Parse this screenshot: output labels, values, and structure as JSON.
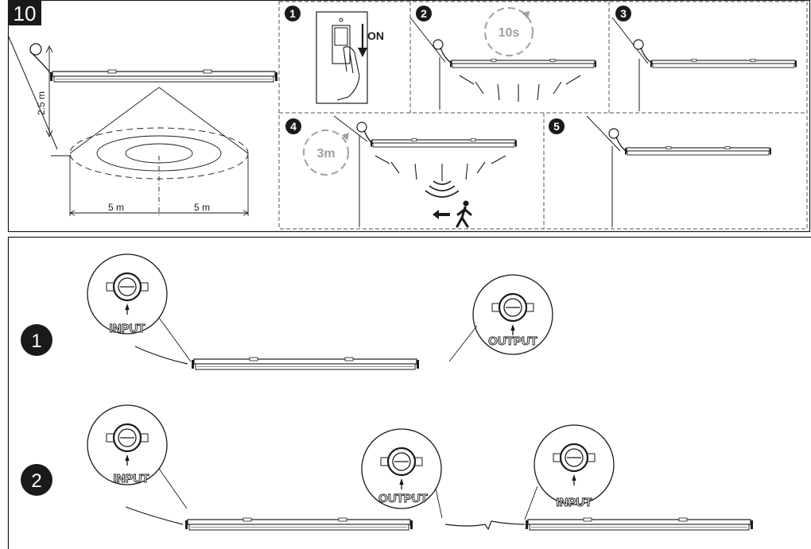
{
  "step_number": "10",
  "sensor": {
    "height_label": "2.5 m",
    "radius_left_label": "5 m",
    "radius_right_label": "5 m"
  },
  "sequence": {
    "steps": [
      {
        "number": "1",
        "label": "ON"
      },
      {
        "number": "2",
        "timer": "10s"
      },
      {
        "number": "3"
      },
      {
        "number": "4",
        "timer": "3m"
      },
      {
        "number": "5"
      }
    ]
  },
  "wiring": {
    "option_1": {
      "number": "1",
      "input_label": "INPUT",
      "output_label": "OUTPUT"
    },
    "option_2": {
      "number": "2",
      "input_label": "INPUT",
      "output_label": "OUTPUT",
      "input2_label": "INPUT"
    }
  },
  "colors": {
    "ink": "#1a1a1a",
    "grey": "#a0a0a0",
    "dash": "#666666"
  }
}
